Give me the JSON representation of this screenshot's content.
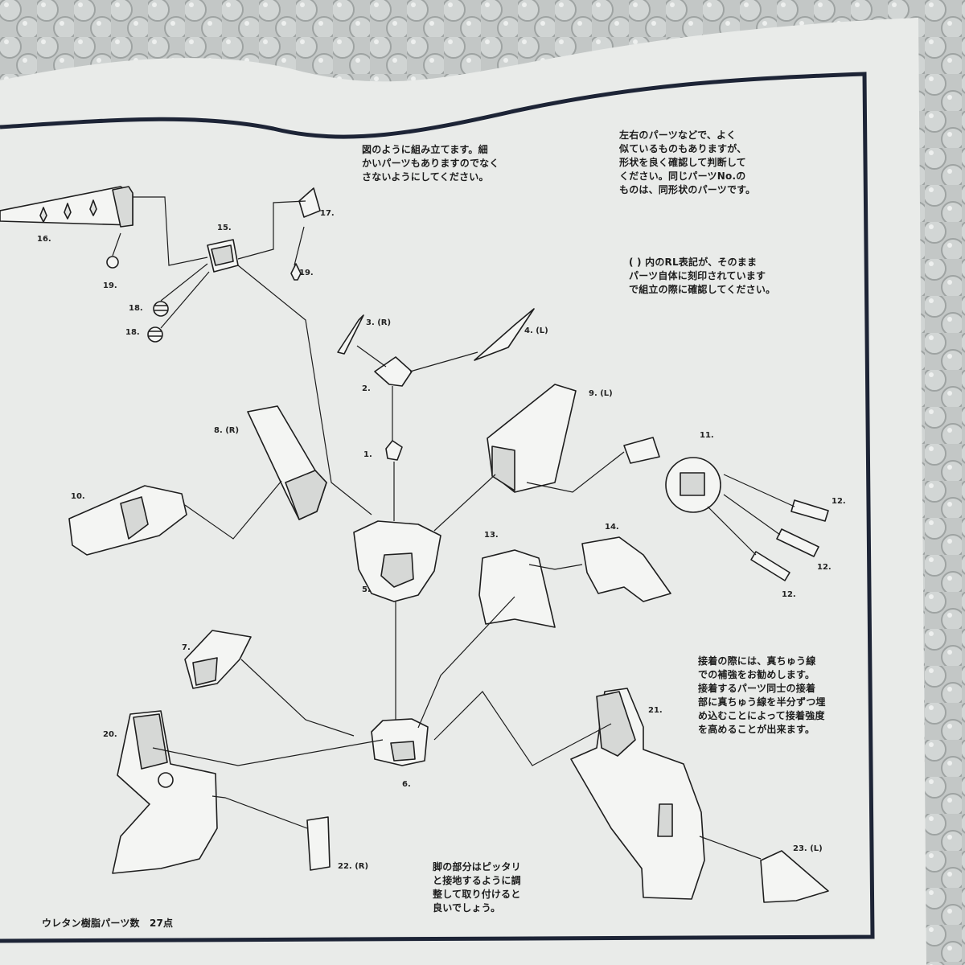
{
  "sheet": {
    "notes": {
      "assembly": "図のように組み立てます。細\nかいパーツもありますのでなく\nさないようにしてください。",
      "similar_parts": "左右のパーツなどで、よく\n似ているものもありますが、\n形状を良く確認して判断して\nください。同じパーツNo.の\nものは、同形状のパーツです。",
      "rl_marking": "( ) 内のRL表記が、そのまま\nパーツ自体に刻印されています\nで組立の際に確認してください。",
      "gluing": "接着の際には、真ちゅう線\nでの補強をお勧めします。\n接着するパーツ同士の接着\n部に真ちゅう線を半分ずつ埋\nめ込むことによって接着強度\nを高めることが出来ます。",
      "legs": "脚の部分はピッタリ\nと接地するように調\n整して取り付けると\n良いでしょう。",
      "parts_count": "ウレタン樹脂パーツ数　27点"
    },
    "labels": {
      "p1": "1.",
      "p2": "2.",
      "p3": "3. (R)",
      "p4": "4. (L)",
      "p5": "5.",
      "p6": "6.",
      "p7": "7.",
      "p8": "8. (R)",
      "p9": "9. (L)",
      "p10": "10.",
      "p11": "11.",
      "p12a": "12.",
      "p12b": "12.",
      "p12c": "12.",
      "p13": "13.",
      "p14": "14.",
      "p15": "15.",
      "p16": "16.",
      "p17": "17.",
      "p18a": "18.",
      "p18b": "18.",
      "p19a": "19.",
      "p19b": "19.",
      "p20": "20.",
      "p21": "21.",
      "p22": "22. (R)",
      "p23": "23. (L)"
    }
  },
  "colors": {
    "paper": "#e9ebe9",
    "ink": "#1e1e1e",
    "frame": "#1d2436",
    "bubble_wrap": "#bfc3c2"
  }
}
